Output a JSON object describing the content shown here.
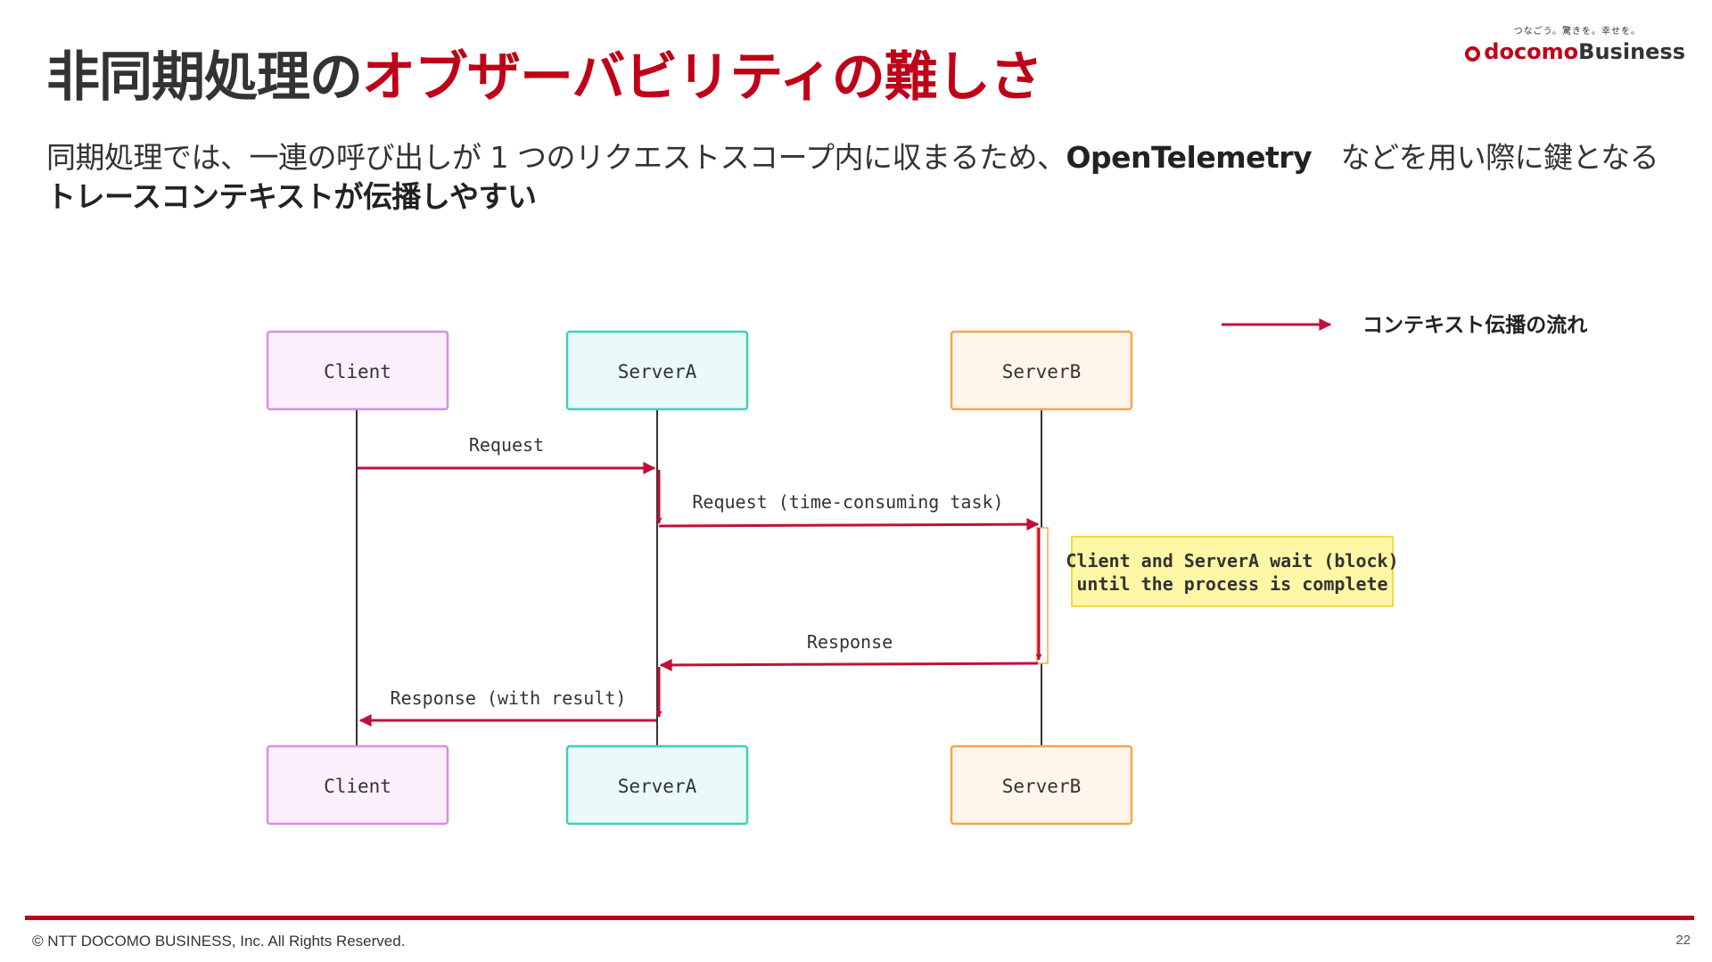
{
  "slide": {
    "title_main": "非同期処理の",
    "title_accent": "オブザーバビリティの難しさ",
    "subtitle_part1": "同期処理では、一連の呼び出しが 1 つのリクエストスコープ内に収まるため、",
    "subtitle_bold1": "OpenTelemetry",
    "subtitle_part2": "　などを用い際に鍵となる",
    "subtitle_bold2": "トレースコンテキストが伝播しやすい",
    "logo_tagline": "つなごう。驚きを。幸せを。",
    "logo_brand_docomo": "docomo",
    "logo_brand_business": "Business",
    "copyright": "© NTT DOCOMO BUSINESS, Inc. All Rights Reserved.",
    "page_number": "22"
  },
  "diagram": {
    "participants": [
      {
        "id": "client",
        "label": "Client",
        "fill": "#fdf0fd",
        "stroke": "#e08ae6"
      },
      {
        "id": "serverA",
        "label": "ServerA",
        "fill": "#e9faf8",
        "stroke": "#44cdbd"
      },
      {
        "id": "serverB",
        "label": "ServerB",
        "fill": "#fff5ea",
        "stroke": "#f5a54e"
      }
    ],
    "messages": [
      {
        "from": "client",
        "to": "serverA",
        "label": "Request",
        "style": "solid"
      },
      {
        "from": "serverA",
        "to": "serverB",
        "label": "Request (time-consuming task)",
        "style": "solid"
      },
      {
        "from": "serverB",
        "to": "serverA",
        "label": "Response",
        "style": "dashed"
      },
      {
        "from": "serverA",
        "to": "client",
        "label": "Response (with result)",
        "style": "dashed"
      }
    ],
    "note": {
      "line1": "Client and ServerA wait (block)",
      "line2": "until the process is complete",
      "fill": "#fdf7a6",
      "stroke": "#f0d84a"
    },
    "legend": {
      "label": "コンテキスト伝播の流れ",
      "color": "#c0103a"
    },
    "colors": {
      "lifeline": "#333333",
      "context_flow": "#c0103a",
      "message_text": "#333333"
    }
  }
}
